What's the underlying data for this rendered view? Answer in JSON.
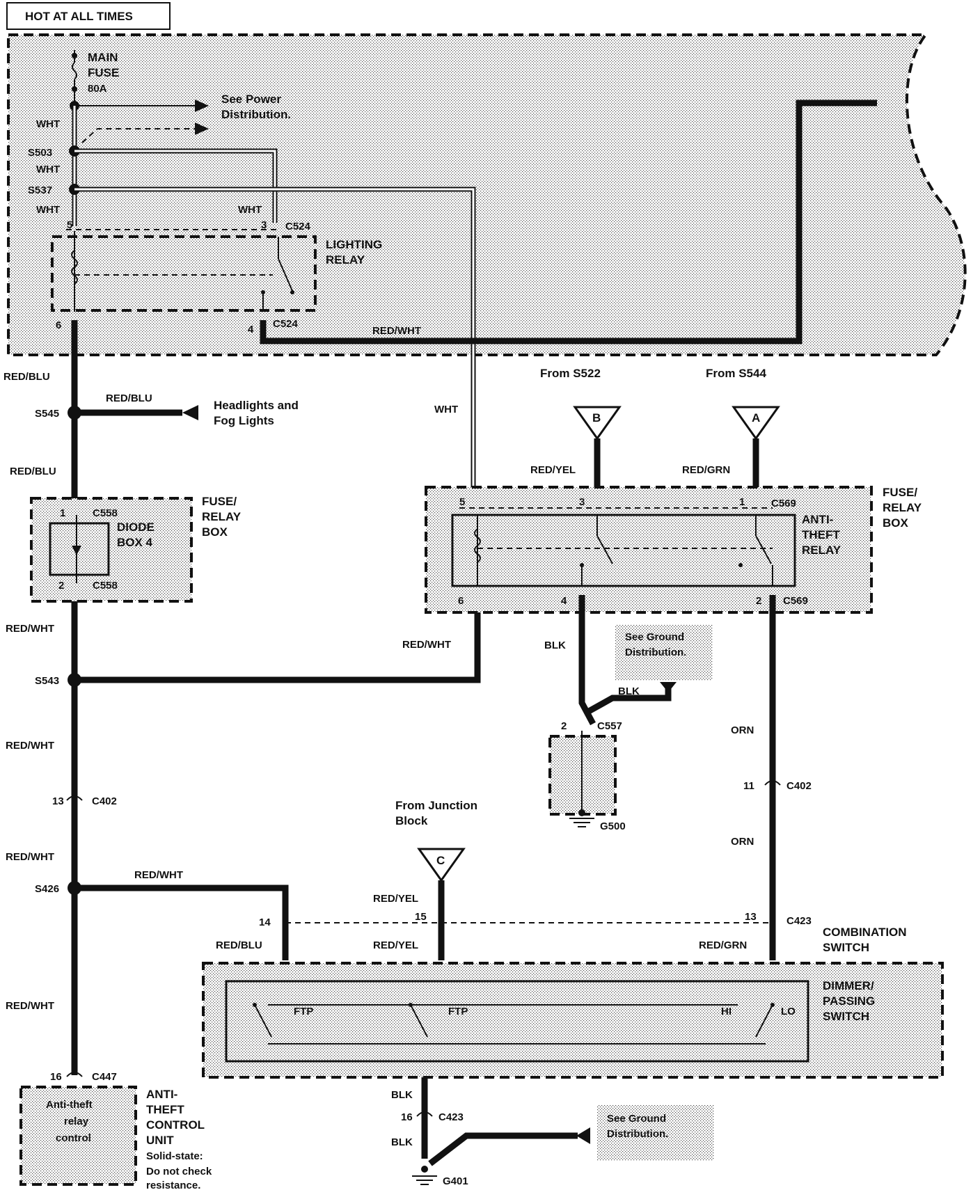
{
  "header": {
    "title": "HOT AT ALL TIMES"
  },
  "main_fuse": {
    "label1": "MAIN",
    "label2": "FUSE",
    "rating": "80A"
  },
  "power_dist": {
    "line1": "See Power",
    "line2": "Distribution."
  },
  "splices": {
    "s503": "S503",
    "s537": "S537",
    "s545": "S545",
    "s543": "S543",
    "s426": "S426"
  },
  "lighting_relay": {
    "line1": "LIGHTING",
    "line2": "RELAY",
    "connector": "C524"
  },
  "wires": {
    "wht": "WHT",
    "red_blu": "RED/BLU",
    "red_wht": "RED/WHT",
    "red_yel": "RED/YEL",
    "red_grn": "RED/GRN",
    "blk": "BLK",
    "orn": "ORN"
  },
  "sources": {
    "from_s522": "From S522",
    "from_s544": "From S544",
    "from_junction1": "From Junction",
    "from_junction2": "Block"
  },
  "markers": {
    "a": "A",
    "b": "B",
    "c": "C"
  },
  "headlights": {
    "line1": "Headlights and",
    "line2": "Fog Lights"
  },
  "fuse_relay_box": {
    "line1": "FUSE/",
    "line2": "RELAY",
    "line3": "BOX"
  },
  "diode_box": {
    "line1": "DIODE",
    "line2": "BOX 4",
    "connector": "C558"
  },
  "anti_theft_relay": {
    "line1": "ANTI-",
    "line2": "THEFT",
    "line3": "RELAY",
    "connector": "C569"
  },
  "ground_dist": {
    "line1": "See Ground",
    "line2": "Distribution."
  },
  "grounds": {
    "g500": "G500",
    "g401": "G401"
  },
  "connectors": {
    "c557": "C557",
    "c402": "C402",
    "c423": "C423",
    "c447": "C447"
  },
  "pins": {
    "p1": "1",
    "p2": "2",
    "p3": "3",
    "p4": "4",
    "p5": "5",
    "p6": "6",
    "p11": "11",
    "p13": "13",
    "p14": "14",
    "p15": "15",
    "p16": "16"
  },
  "combination_switch": {
    "line1": "COMBINATION",
    "line2": "SWITCH"
  },
  "dimmer_switch": {
    "line1": "DIMMER/",
    "line2": "PASSING",
    "line3": "SWITCH",
    "ftp": "FTP",
    "hi": "HI",
    "lo": "LO"
  },
  "control_unit": {
    "box1": "Anti-theft",
    "box2": "relay",
    "box3": "control",
    "line1": "ANTI-",
    "line2": "THEFT",
    "line3": "CONTROL",
    "line4": "UNIT",
    "line5": "Solid-state:",
    "line6": "Do not check",
    "line7": "resistance."
  }
}
